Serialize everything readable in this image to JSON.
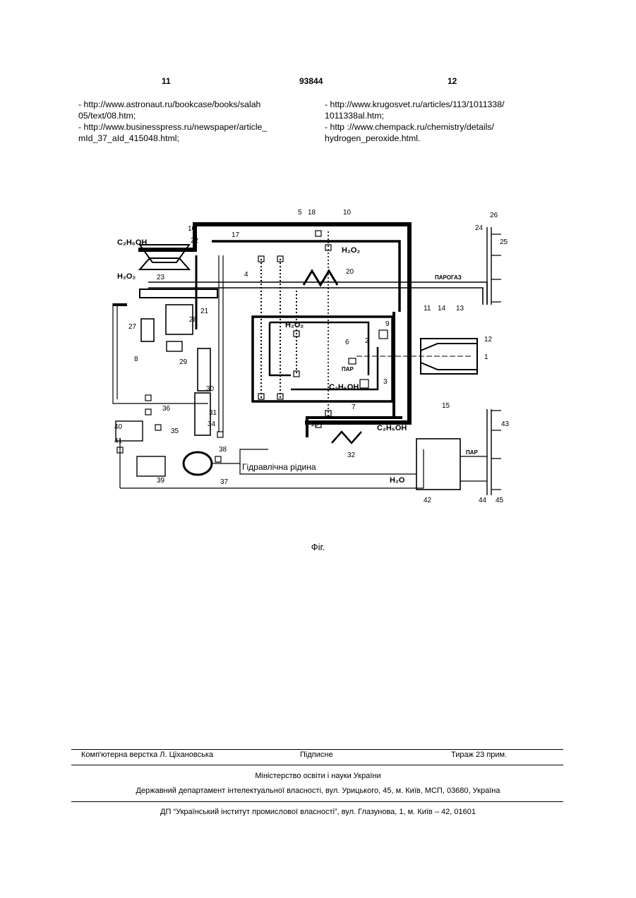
{
  "header": {
    "left_page": "11",
    "patent_number": "93844",
    "right_page": "12"
  },
  "references": {
    "left": [
      "-   http://www.astronaut.ru/bookcase/books/salah",
      "05/text/08.htm;",
      "-  http://www.businesspress.ru/newspaper/article_",
      "mId_37_aId_415048.html;"
    ],
    "right": [
      "-    http://www.krugosvet.ru/articles/113/1011338/",
      "1011338al.htm;",
      "-    http    ://www.chempack.ru/chemistry/details/",
      "hydrogen_peroxide.html."
    ]
  },
  "figure": {
    "caption": "Фіг.",
    "labels": {
      "c2h5oh": "C₂H₅OH",
      "h2o2": "H₂O₂",
      "h2o": "H₂O",
      "parogaz": "ПАРОГАЗ",
      "par": "ПАР",
      "hydraulic": "Гідравлічна рідина"
    },
    "numbers": [
      "1",
      "2",
      "3",
      "4",
      "5",
      "6",
      "7",
      "8",
      "9",
      "10",
      "11",
      "12",
      "13",
      "14",
      "15",
      "16",
      "17",
      "18",
      "19",
      "20",
      "21",
      "22",
      "23",
      "24",
      "25",
      "26",
      "27",
      "28",
      "29",
      "30",
      "31",
      "32",
      "34",
      "35",
      "36",
      "37",
      "38",
      "39",
      "40",
      "41",
      "42",
      "43",
      "44",
      "45"
    ]
  },
  "footer": {
    "layout": "Комп'ютерна верстка Л. Ціхановська",
    "signed": "Підписне",
    "circulation": "Тираж 23 прим.",
    "ministry": "Міністерство освіти і науки України",
    "department": "Державний департамент інтелектуальної власності, вул. Урицького, 45, м. Київ, МСП, 03680, Україна",
    "institute": "ДП “Український інститут промислової власності”, вул. Глазунова, 1, м. Київ – 42, 01601"
  }
}
